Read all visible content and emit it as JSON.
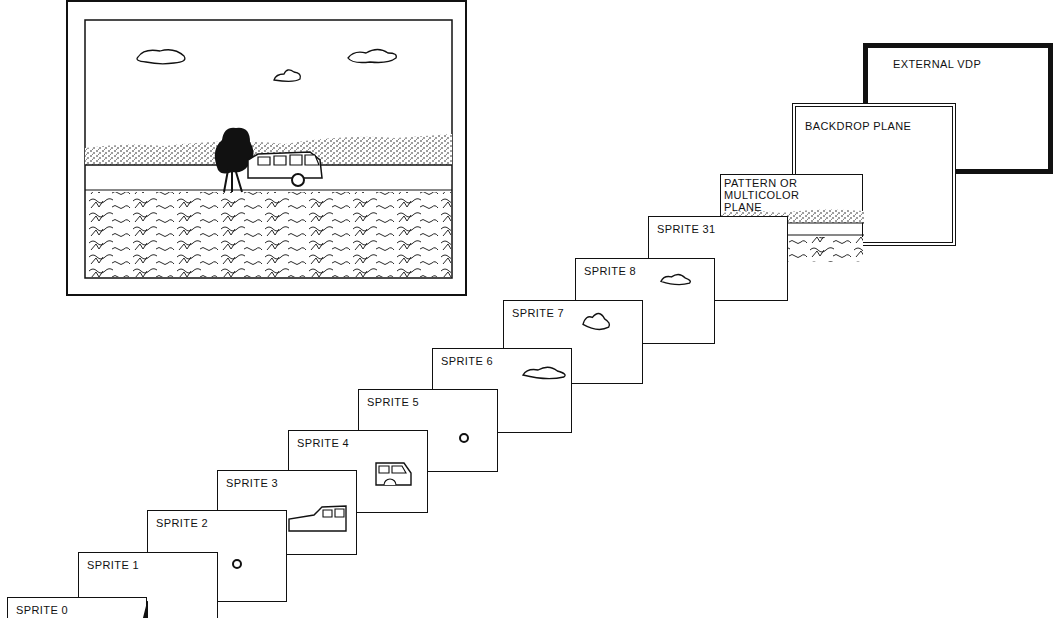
{
  "diagram": {
    "nodes": [
      {
        "text": [
          "SPRITE 0"
        ]
      },
      {
        "text": [
          "SPRITE 1"
        ]
      },
      {
        "text": [
          "SPRITE 2"
        ]
      },
      {
        "text": [
          "SPRITE 3"
        ]
      },
      {
        "text": [
          "SPRITE 4"
        ]
      },
      {
        "text": [
          "SPRITE 5"
        ]
      },
      {
        "text": [
          "SPRITE 6"
        ]
      },
      {
        "text": [
          "SPRITE 7"
        ]
      },
      {
        "text": [
          "SPRITE 8"
        ]
      },
      {
        "text": [
          "SPRITE 31"
        ]
      },
      {
        "text": [
          "PATTERN OR MULTICOLOR PLANE"
        ]
      },
      {
        "text": [
          "BACKDROP PLANE"
        ]
      },
      {
        "text": [
          "EXTERNAL VDP"
        ]
      }
    ]
  }
}
